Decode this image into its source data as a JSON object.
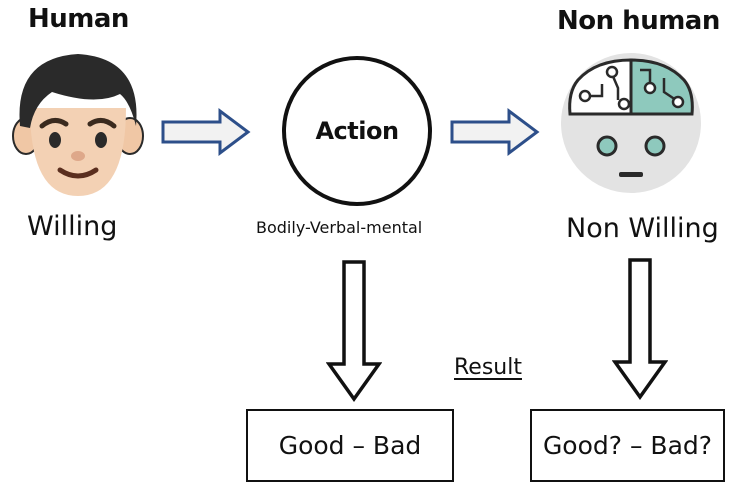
{
  "nodes": {
    "human": {
      "title": "Human",
      "label": "Willing"
    },
    "action": {
      "title": "Action",
      "label": "Bodily-Verbal-mental"
    },
    "non_human": {
      "title": "Non human",
      "label": "Non Willing"
    }
  },
  "result": {
    "label": "Result",
    "human_outcome": "Good – Bad",
    "non_human_outcome": "Good? – Bad?"
  },
  "icons": {
    "human": "man-face-icon",
    "non_human": "robot-brain-icon",
    "arrows": "outline-arrow-icon"
  },
  "colors": {
    "arrow_outline": "#2d4f8a",
    "arrow_fill": "#f2f2f2",
    "skin": "#f3d1b4",
    "hair": "#2a2a2a",
    "robot_bg": "#e3e3e3",
    "robot_accent": "#8ec9bd"
  }
}
